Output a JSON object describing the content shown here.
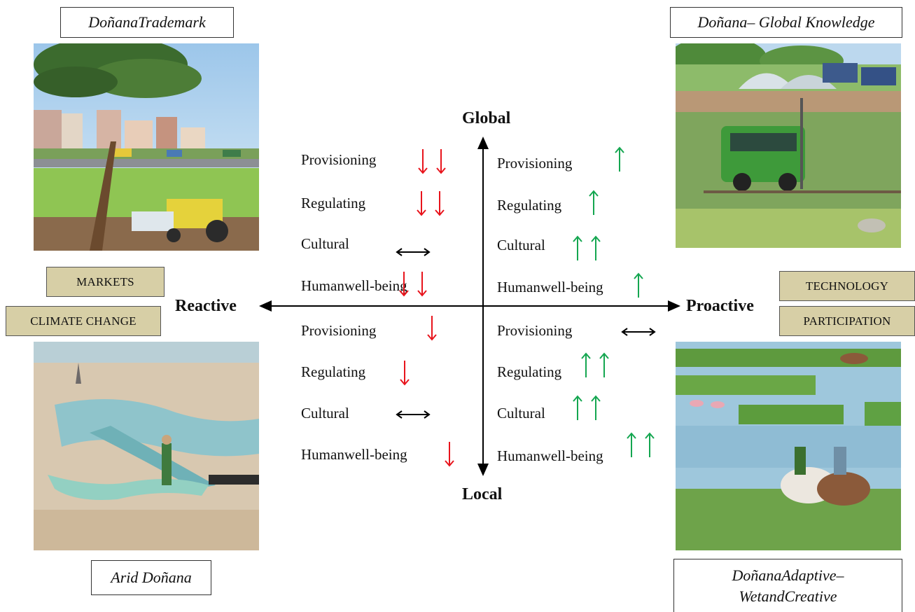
{
  "titles": {
    "top_left": "DoñanaTrademark",
    "top_right": "Doñana– Global Knowledge",
    "bottom_left": "Arid Doñana",
    "bottom_right_line1": "DoñanaAdaptive–",
    "bottom_right_line2": "WetandCreative"
  },
  "tags": {
    "markets": "MARKETS",
    "climate_change": "CLIMATE CHANGE",
    "technology": "TECHNOLOGY",
    "participation": "PARTICIPATION"
  },
  "axes": {
    "top": "Global",
    "bottom": "Local",
    "left": "Reactive",
    "right": "Proactive"
  },
  "colors": {
    "decrease": "#e8141c",
    "increase": "#14a650",
    "neutral": "#000000",
    "tag_bg": "#d7cfa6"
  },
  "quadrants": {
    "top_left": [
      {
        "label": "Provisioning",
        "trend": "down",
        "count": 2
      },
      {
        "label": "Regulating",
        "trend": "down",
        "count": 2
      },
      {
        "label": "Cultural",
        "trend": "neutral",
        "count": 1
      },
      {
        "label": "Humanwell-being",
        "trend": "down",
        "count": 2
      }
    ],
    "top_right": [
      {
        "label": "Provisioning",
        "trend": "up",
        "count": 1
      },
      {
        "label": "Regulating",
        "trend": "up",
        "count": 1
      },
      {
        "label": "Cultural",
        "trend": "up",
        "count": 2
      },
      {
        "label": "Humanwell-being",
        "trend": "up",
        "count": 1
      }
    ],
    "bottom_left": [
      {
        "label": "Provisioning",
        "trend": "down",
        "count": 1
      },
      {
        "label": "Regulating",
        "trend": "down",
        "count": 1
      },
      {
        "label": "Cultural",
        "trend": "neutral",
        "count": 1
      },
      {
        "label": "Humanwell-being",
        "trend": "down",
        "count": 1
      }
    ],
    "bottom_right": [
      {
        "label": "Provisioning",
        "trend": "neutral",
        "count": 1
      },
      {
        "label": "Regulating",
        "trend": "up",
        "count": 2
      },
      {
        "label": "Cultural",
        "trend": "up",
        "count": 2
      },
      {
        "label": "Humanwell-being",
        "trend": "up",
        "count": 2
      }
    ]
  }
}
